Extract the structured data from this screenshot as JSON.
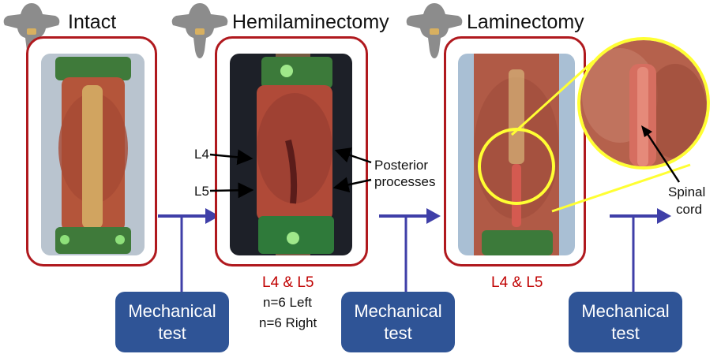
{
  "stages": [
    {
      "title": "Intact"
    },
    {
      "title": "Hemilaminectomy"
    },
    {
      "title": "Laminectomy"
    }
  ],
  "annotations": {
    "l4": "L4",
    "l5": "L5",
    "posterior_line1": "Posterior",
    "posterior_line2": "processes",
    "spinal_line1": "Spinal",
    "spinal_line2": "cord"
  },
  "hemi_levels": {
    "levels": "L4 & L5",
    "left": "n=6 Left",
    "right": "n=6 Right"
  },
  "lami_levels": {
    "levels": "L4 & L5"
  },
  "tests": [
    {
      "line1": "Mechanical",
      "line2": "test"
    },
    {
      "line1": "Mechanical",
      "line2": "test"
    },
    {
      "line1": "Mechanical",
      "line2": "test"
    }
  ],
  "colors": {
    "frame": "#b0191e",
    "red_text": "#c00000",
    "test_box": "#2f5496",
    "arrow": "#3f3fa8",
    "zoom": "#ffff33"
  },
  "icons": [
    "vertebra-icon",
    "vertebra-icon",
    "vertebra-icon"
  ]
}
